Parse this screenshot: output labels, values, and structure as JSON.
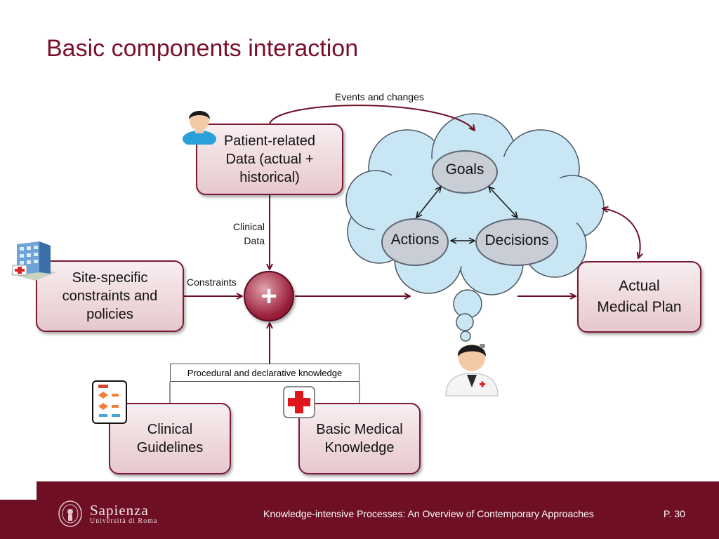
{
  "slide": {
    "title": "Basic components interaction"
  },
  "nodes": {
    "patient_data": "Patient-related\nData (actual +\nhistorical)",
    "site_constraints": "Site-specific\nconstraints and\npolicies",
    "clinical_guidelines": "Clinical\nGuidelines",
    "basic_medical_knowledge": "Basic Medical\nKnowledge",
    "actual_medical_plan": "Actual\nMedical Plan",
    "plus_symbol": "+"
  },
  "cloud": {
    "goals": "Goals",
    "actions": "Actions",
    "decisions": "Decisions"
  },
  "edge_labels": {
    "events_and_changes": "Events and changes",
    "clinical_data_line1": "Clinical",
    "clinical_data_line2": "Data",
    "constraints": "Constraints",
    "knowledge": "Procedural and declarative knowledge"
  },
  "footer": {
    "university_name": "Sapienza",
    "university_sub": "Università di Roma",
    "presentation_title": "Knowledge-intensive Processes: An Overview of Contemporary Approaches",
    "page_label": "P. 30"
  },
  "colors": {
    "accent": "#7a0f2b",
    "footer_bg": "#6e0f24",
    "cloud_fill": "#c9e6f5",
    "ellipse_fill": "#c9ced6"
  },
  "icons": [
    "patient-icon",
    "hospital-icon",
    "flowchart-icon",
    "red-cross-icon",
    "doctor-icon",
    "university-seal-icon"
  ]
}
